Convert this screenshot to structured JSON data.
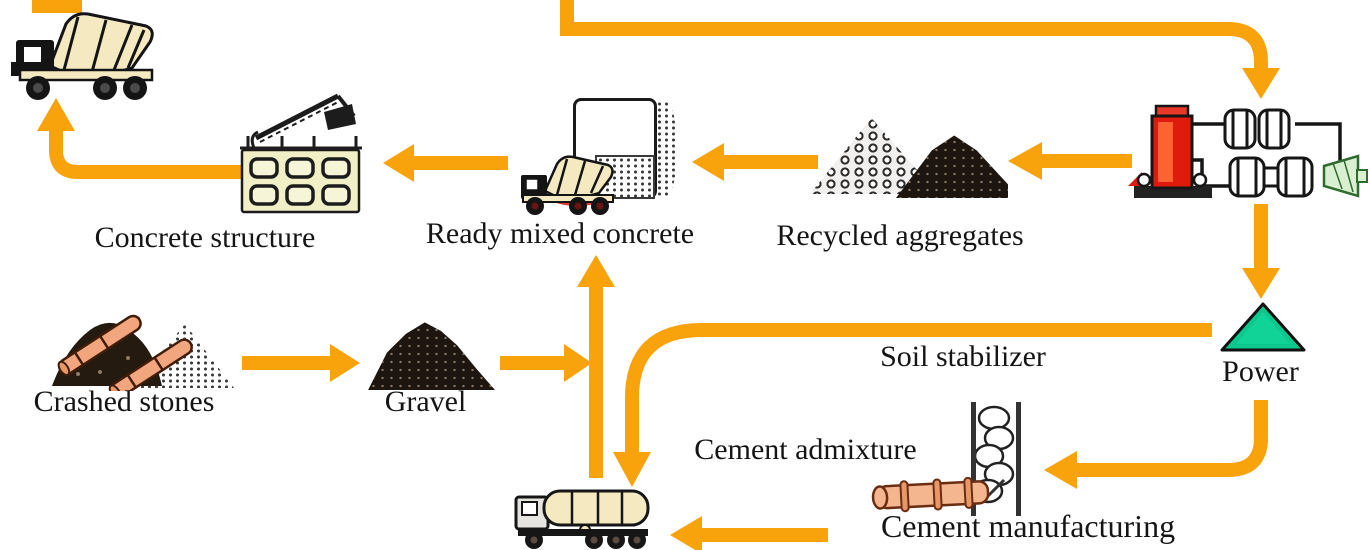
{
  "diagram": {
    "type": "process-flow",
    "subject": "concrete-and-cement-recycling-cycle",
    "background": "#ffffff",
    "arrow_color": "#F8A30B",
    "text_color": "#151515",
    "colors": {
      "power_triangle": "#0DC78C",
      "crusher_vessel_red": "#DF1B0E",
      "kiln_salmon": "#F4B68E",
      "truck_cream": "#F5E9C2",
      "building_cream": "#F1EFC5",
      "cone_green": "#D9EFD2"
    },
    "labels": {
      "concrete_structure": "Concrete structure",
      "ready_mixed_concrete": "Ready mixed concrete",
      "recycled_aggregates": "Recycled aggregates",
      "crashed_stones": "Crashed stones",
      "gravel": "Gravel",
      "soil_stabilizer": "Soil stabilizer",
      "power": "Power",
      "cement_admixture": "Cement admixture",
      "cement_manufacturing": "Cement manufacturing"
    },
    "nodes": [
      {
        "id": "concrete-mixer-truck",
        "icon": "concrete-mixer-truck-icon",
        "label": ""
      },
      {
        "id": "concrete-structure",
        "icon": "building-with-crane-icon",
        "label": "Concrete structure"
      },
      {
        "id": "ready-mixed-concrete",
        "icon": "batching-plant-mixer-truck-icon",
        "label": "Ready mixed concrete"
      },
      {
        "id": "recycled-aggregates",
        "icon": "aggregate-piles-icon",
        "label": "Recycled aggregates"
      },
      {
        "id": "crushing-heat-plant",
        "icon": "red-vessel-crusher-drums-icon",
        "label": ""
      },
      {
        "id": "power",
        "icon": "green-triangle-icon",
        "label": "Power"
      },
      {
        "id": "cement-manufacturing",
        "icon": "preheater-tower-rotary-kiln-icon",
        "label": "Cement manufacturing"
      },
      {
        "id": "cement-truck",
        "icon": "cement-tanker-truck-icon",
        "label": ""
      },
      {
        "id": "crashed-stones",
        "icon": "stone-pile-with-pipes-icon",
        "label": "Crashed stones"
      },
      {
        "id": "gravel",
        "icon": "gravel-pile-icon",
        "label": "Gravel"
      }
    ],
    "edges": [
      {
        "from": "concrete-mixer-truck",
        "to": "offscreen-top"
      },
      {
        "from": "offscreen-top",
        "to": "crushing-heat-plant"
      },
      {
        "from": "crushing-heat-plant",
        "to": "recycled-aggregates"
      },
      {
        "from": "recycled-aggregates",
        "to": "ready-mixed-concrete"
      },
      {
        "from": "ready-mixed-concrete",
        "to": "concrete-structure"
      },
      {
        "from": "concrete-structure",
        "to": "concrete-mixer-truck"
      },
      {
        "from": "crashed-stones",
        "to": "gravel"
      },
      {
        "from": "gravel",
        "to": "ready-mixed-concrete"
      },
      {
        "from": "cement-truck",
        "to": "ready-mixed-concrete"
      },
      {
        "from": "crushing-heat-plant",
        "to": "power"
      },
      {
        "from": "power",
        "to": "cement-truck",
        "near_label": "Soil stabilizer"
      },
      {
        "from": "power",
        "to": "cement-manufacturing"
      },
      {
        "from": "cement-manufacturing",
        "to": "cement-truck",
        "near_label": "Cement admixture"
      }
    ]
  }
}
